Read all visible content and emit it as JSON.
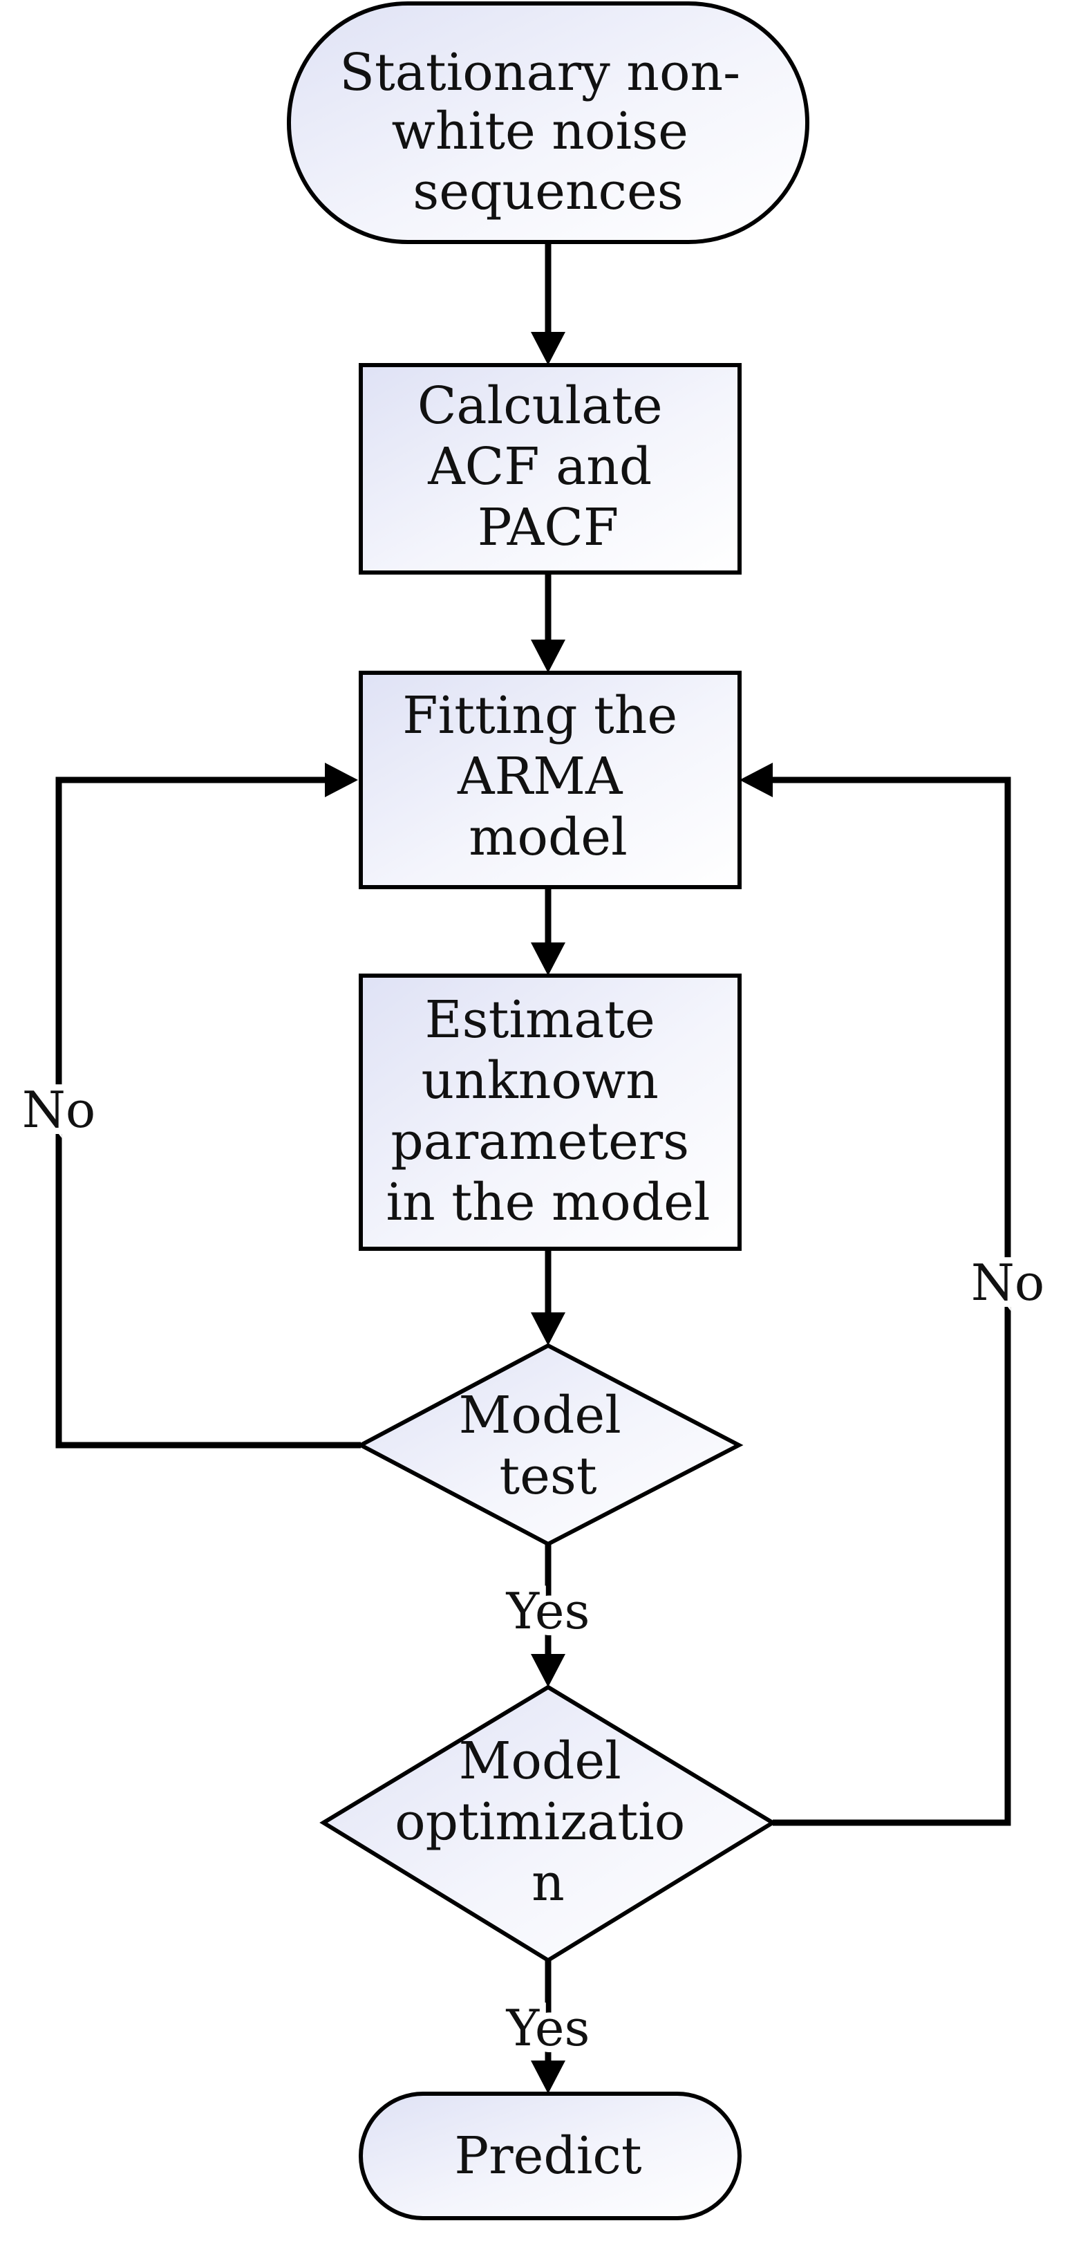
{
  "nodes": {
    "start": {
      "lines": [
        "Stationary non-",
        "white noise",
        "sequences"
      ]
    },
    "acf": {
      "lines": [
        "Calculate",
        "ACF and",
        "PACF"
      ]
    },
    "fit": {
      "lines": [
        "Fitting the",
        "ARMA",
        "model"
      ]
    },
    "estimate": {
      "lines": [
        "Estimate",
        "unknown",
        "parameters",
        "in the model"
      ]
    },
    "test": {
      "lines": [
        "Model",
        "test"
      ]
    },
    "optimize": {
      "lines": [
        "Model",
        "optimizatio",
        "n"
      ]
    },
    "predict": {
      "lines": [
        "Predict"
      ]
    }
  },
  "edges": {
    "test_no": "No",
    "test_yes": "Yes",
    "opt_no": "No",
    "opt_yes": "Yes"
  }
}
